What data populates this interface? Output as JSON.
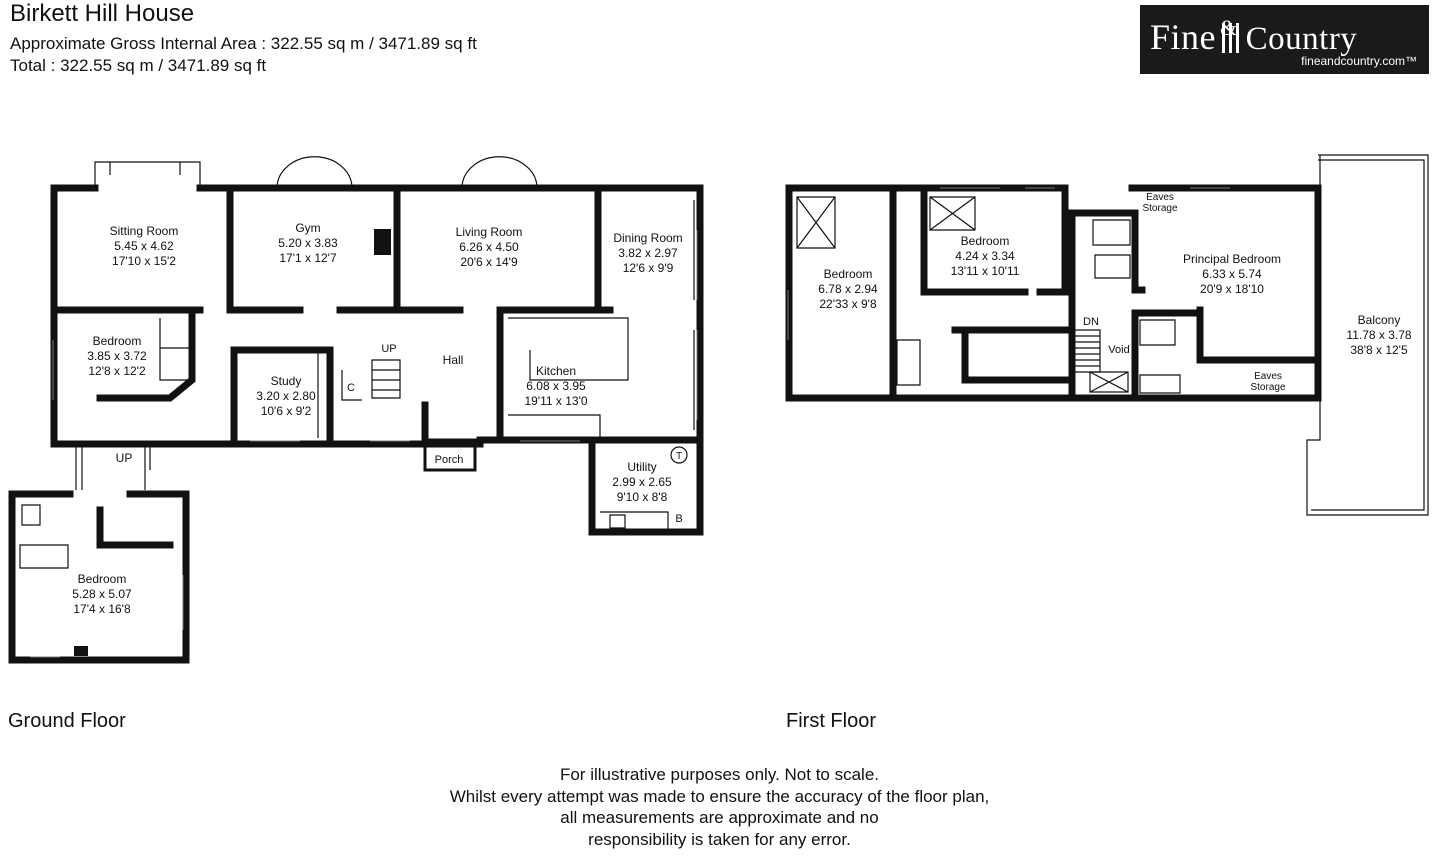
{
  "header": {
    "title": "Birkett Hill House",
    "area_internal": "Approximate Gross Internal Area : 322.55 sq m / 3471.89 sq ft",
    "area_total": "Total : 322.55 sq m / 3471.89 sq ft"
  },
  "logo": {
    "brand_left": "Fine",
    "brand_amp": "&",
    "brand_right": "Country",
    "url": "fineandcountry.com™"
  },
  "ground_floor": {
    "label": "Ground Floor",
    "rooms": [
      {
        "name": "Sitting Room",
        "metric": "5.45 x 4.62",
        "imperial": "17'10 x 15'2"
      },
      {
        "name": "Gym",
        "metric": "5.20 x 3.83",
        "imperial": "17'1 x 12'7"
      },
      {
        "name": "Living Room",
        "metric": "6.26 x 4.50",
        "imperial": "20'6 x 14'9"
      },
      {
        "name": "Dining Room",
        "metric": "3.82 x 2.97",
        "imperial": "12'6 x 9'9"
      },
      {
        "name": "Bedroom",
        "metric": "3.85 x 3.72",
        "imperial": "12'8 x 12'2"
      },
      {
        "name": "Study",
        "metric": "3.20 x 2.80",
        "imperial": "10'6 x 9'2"
      },
      {
        "name": "Kitchen",
        "metric": "6.08 x 3.95",
        "imperial": "19'11 x 13'0"
      },
      {
        "name": "Utility",
        "metric": "2.99 x 2.65",
        "imperial": "9'10 x 8'8"
      },
      {
        "name": "Bedroom",
        "metric": "5.28 x 5.07",
        "imperial": "17'4 x 16'8"
      }
    ],
    "tags": {
      "hall": "Hall",
      "porch": "Porch",
      "up_stairs": "UP",
      "up_annex": "UP",
      "cupboard": "C",
      "tank": "T",
      "boiler": "B"
    }
  },
  "first_floor": {
    "label": "First Floor",
    "rooms": [
      {
        "name": "Bedroom",
        "metric": "6.78 x 2.94",
        "imperial": "22'33 x 9'8"
      },
      {
        "name": "Bedroom",
        "metric": "4.24 x 3.34",
        "imperial": "13'11 x 10'11"
      },
      {
        "name": "Principal Bedroom",
        "metric": "6.33 x 5.74",
        "imperial": "20'9 x 18'10"
      },
      {
        "name": "Balcony",
        "metric": "11.78 x 3.78",
        "imperial": "38'8 x 12'5"
      }
    ],
    "tags": {
      "eaves_top_1": "Eaves",
      "eaves_top_2": "Storage",
      "eaves_bottom_1": "Eaves",
      "eaves_bottom_2": "Storage",
      "down": "DN",
      "void": "Void"
    }
  },
  "disclaimer": [
    "For illustrative purposes only. Not to scale.",
    "Whilst every attempt was made to ensure the accuracy of the floor plan,",
    "all measurements are approximate and no",
    "responsibility is taken for any error."
  ]
}
